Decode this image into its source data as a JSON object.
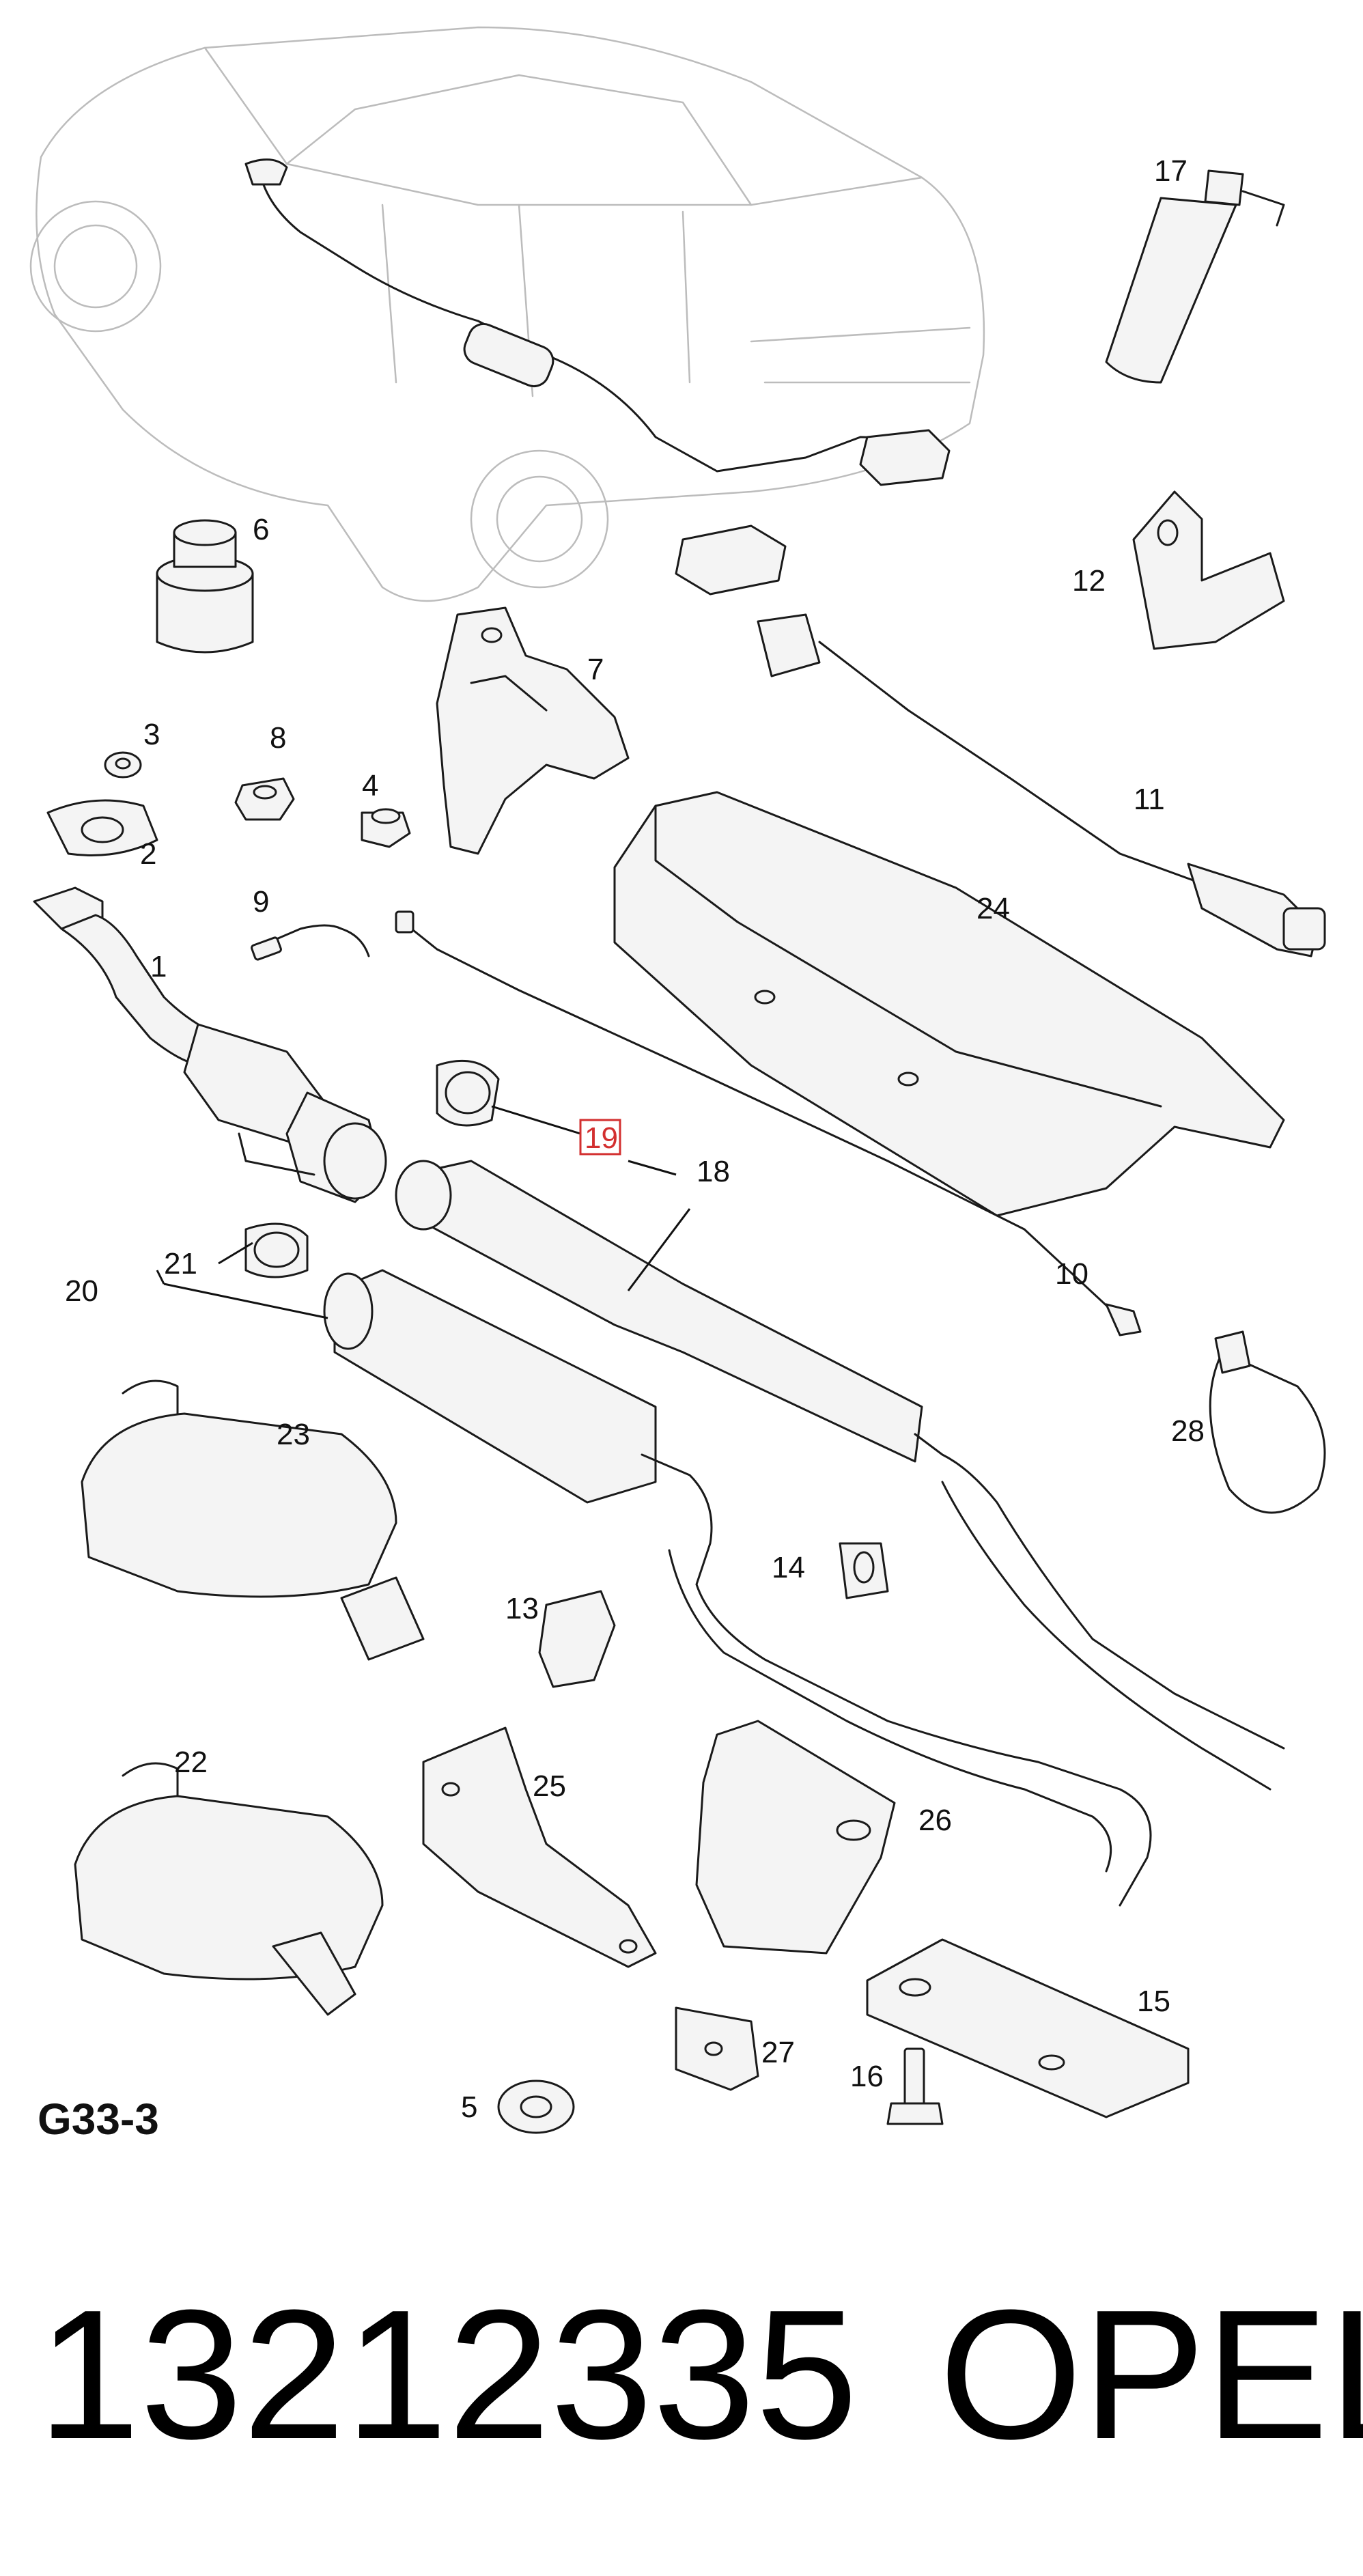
{
  "diagram": {
    "code": "G33-3",
    "highlighted_callout": "19",
    "highlight_color": "#d32f2f",
    "callouts": [
      "1",
      "2",
      "3",
      "4",
      "5",
      "6",
      "7",
      "8",
      "9",
      "10",
      "11",
      "12",
      "13",
      "14",
      "15",
      "16",
      "17",
      "18",
      "19",
      "20",
      "21",
      "22",
      "23",
      "24",
      "25",
      "26",
      "27",
      "28"
    ]
  },
  "footer": {
    "part_number": "13212335",
    "brand": "OPEL"
  }
}
